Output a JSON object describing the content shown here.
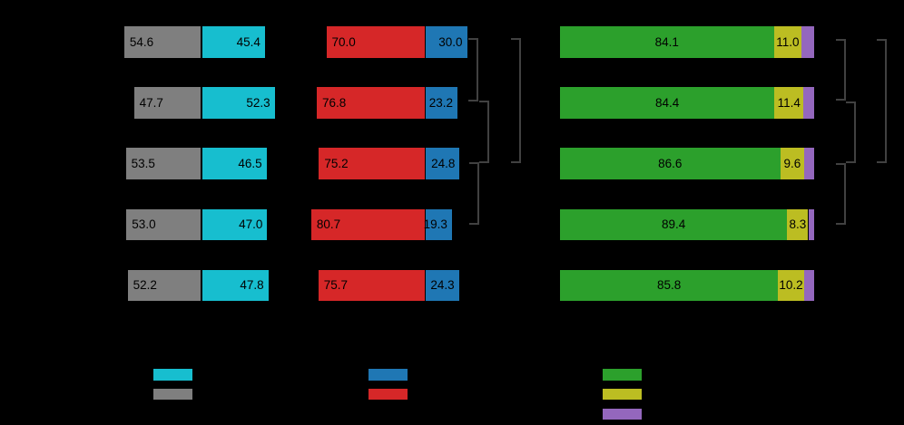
{
  "colors": {
    "background": "#000000",
    "value_label": "#000000",
    "bracket": "#414141",
    "segment_divider": "#000000"
  },
  "chart_data": {
    "type": "bar",
    "orientation": "horizontal",
    "row_count": 5,
    "grid": false,
    "groups": [
      {
        "name": "group-1",
        "series": [
          "gray",
          "cyan"
        ],
        "colors": [
          "#7f7f7f",
          "#17becf"
        ],
        "align_mode": "divider",
        "label_align": [
          "left",
          "right"
        ],
        "show_labels": [
          true,
          true
        ],
        "divider_between_segments": true,
        "rows": [
          [
            54.6,
            45.4
          ],
          [
            47.7,
            52.3
          ],
          [
            53.5,
            46.5
          ],
          [
            53.0,
            47.0
          ],
          [
            52.2,
            47.8
          ]
        ]
      },
      {
        "name": "group-2",
        "series": [
          "red",
          "blue"
        ],
        "colors": [
          "#d62728",
          "#1f77b4"
        ],
        "align_mode": "divider",
        "label_align": [
          "left",
          "right"
        ],
        "show_labels": [
          true,
          true
        ],
        "divider_between_segments": true,
        "rows": [
          [
            70.0,
            30.0
          ],
          [
            76.8,
            23.2
          ],
          [
            75.2,
            24.8
          ],
          [
            80.7,
            19.3
          ],
          [
            75.7,
            24.3
          ]
        ]
      },
      {
        "name": "group-3",
        "series": [
          "green",
          "yellow",
          "purple"
        ],
        "colors": [
          "#2ca02c",
          "#bcbd22",
          "#9467bd"
        ],
        "align_mode": "stack",
        "label_align": [
          "center",
          "center",
          "center"
        ],
        "show_labels": [
          true,
          true,
          false
        ],
        "divider_between_segments": false,
        "rows": [
          [
            84.1,
            11.0,
            4.9
          ],
          [
            84.4,
            11.4,
            4.2
          ],
          [
            86.6,
            9.6,
            3.8
          ],
          [
            89.4,
            8.3,
            2.3
          ],
          [
            85.8,
            10.2,
            4.0
          ]
        ]
      }
    ],
    "comparisons": {
      "group-2": [
        {
          "rows": [
            1,
            2
          ]
        },
        {
          "rows": [
            2,
            3
          ]
        },
        {
          "rows": [
            1,
            3
          ]
        },
        {
          "rows": [
            3,
            4
          ]
        }
      ],
      "group-3": [
        {
          "rows": [
            1,
            2
          ]
        },
        {
          "rows": [
            2,
            3
          ]
        },
        {
          "rows": [
            1,
            3
          ]
        },
        {
          "rows": [
            3,
            4
          ]
        }
      ]
    },
    "legend": {
      "position": "bottom",
      "groups": [
        {
          "name": "group-1",
          "swatches": [
            "#17becf",
            "#7f7f7f"
          ]
        },
        {
          "name": "group-2",
          "swatches": [
            "#1f77b4",
            "#d62728"
          ]
        },
        {
          "name": "group-3",
          "swatches": [
            "#2ca02c",
            "#bcbd22",
            "#9467bd"
          ]
        }
      ],
      "swatch_names": [
        [
          "cyan",
          "gray"
        ],
        [
          "blue",
          "red"
        ],
        [
          "green",
          "yellow",
          "purple"
        ]
      ]
    }
  }
}
